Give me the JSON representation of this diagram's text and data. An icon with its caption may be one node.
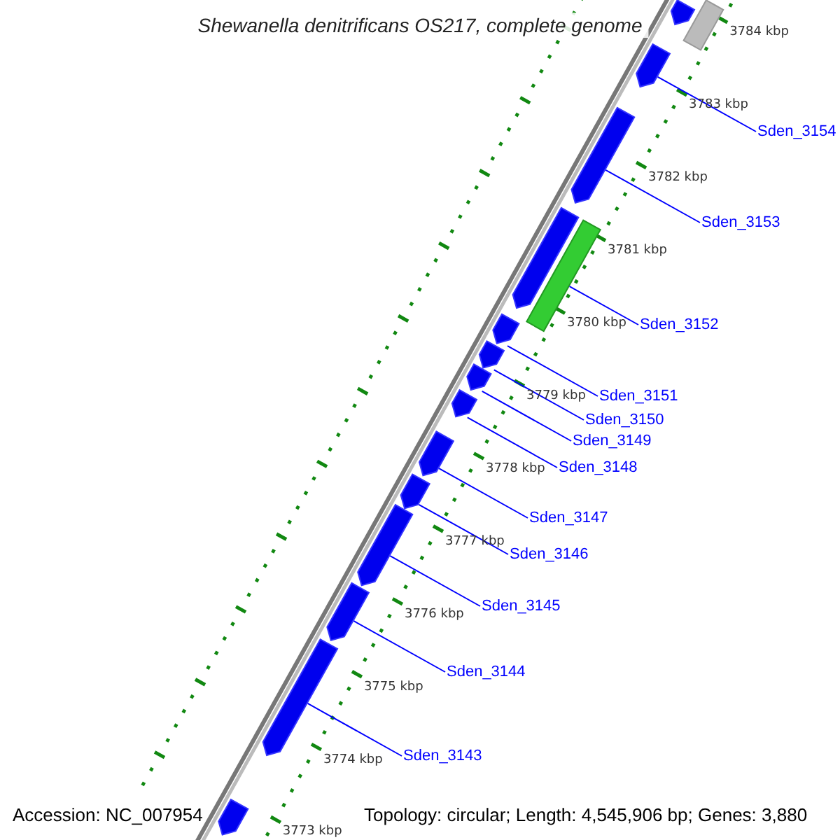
{
  "diagram": {
    "title": "Shewanella denitrificans OS217, complete genome",
    "nodes": [
      {
        "text": [
          "Sden_3154"
        ]
      },
      {
        "text": [
          "Sden_3153"
        ]
      },
      {
        "text": [
          "Sden_3152"
        ]
      },
      {
        "text": [
          "Sden_3151"
        ]
      },
      {
        "text": [
          "Sden_3150"
        ]
      },
      {
        "text": [
          "Sden_3149"
        ]
      },
      {
        "text": [
          "Sden_3148"
        ]
      },
      {
        "text": [
          "Sden_3147"
        ]
      },
      {
        "text": [
          "Sden_3146"
        ]
      },
      {
        "text": [
          "Sden_3145"
        ]
      },
      {
        "text": [
          "Sden_3144"
        ]
      },
      {
        "text": [
          "Sden_3143"
        ]
      },
      {
        "text": [],
        "shape": "arrow"
      },
      {
        "text": [],
        "shape": "bar"
      },
      {
        "text": [],
        "shape": "arrow"
      },
      {
        "text": [],
        "shape": "arrow"
      },
      {
        "text": [],
        "shape": "arrow"
      },
      {
        "text": [],
        "shape": "bar"
      },
      {
        "text": [],
        "shape": "arrow"
      },
      {
        "text": [],
        "shape": "arrow"
      },
      {
        "text": [],
        "shape": "arrow"
      },
      {
        "text": [],
        "shape": "arrow"
      },
      {
        "text": [],
        "shape": "arrow"
      },
      {
        "text": [],
        "shape": "arrow"
      },
      {
        "text": [],
        "shape": "arrow"
      },
      {
        "text": [],
        "shape": "arrow"
      },
      {
        "text": [],
        "shape": "arrow"
      },
      {
        "text": [],
        "shape": "arrow"
      }
    ],
    "edges": [
      {
        "from": 0,
        "to": 14,
        "arrow": "none"
      },
      {
        "from": 1,
        "to": 15,
        "arrow": "none"
      },
      {
        "from": 2,
        "to": 17,
        "arrow": "none"
      },
      {
        "from": 3,
        "to": 18,
        "arrow": "none"
      },
      {
        "from": 4,
        "to": 19,
        "arrow": "none"
      },
      {
        "from": 5,
        "to": 20,
        "arrow": "none"
      },
      {
        "from": 6,
        "to": 21,
        "arrow": "none"
      },
      {
        "from": 7,
        "to": 22,
        "arrow": "none"
      },
      {
        "from": 8,
        "to": 23,
        "arrow": "none"
      },
      {
        "from": 9,
        "to": 24,
        "arrow": "none"
      },
      {
        "from": 10,
        "to": 25,
        "arrow": "none"
      },
      {
        "from": 11,
        "to": 26,
        "arrow": "none"
      }
    ],
    "labels": [
      "3784 kbp",
      "3783 kbp",
      "3782 kbp",
      "3781 kbp",
      "3780 kbp",
      "3779 kbp",
      "3778 kbp",
      "3777 kbp",
      "3776 kbp",
      "3775 kbp",
      "3774 kbp",
      "3773 kbp",
      "Accession: NC_007954",
      "Topology: circular; Length: 4,545,906 bp; Genes: 3,880"
    ]
  }
}
